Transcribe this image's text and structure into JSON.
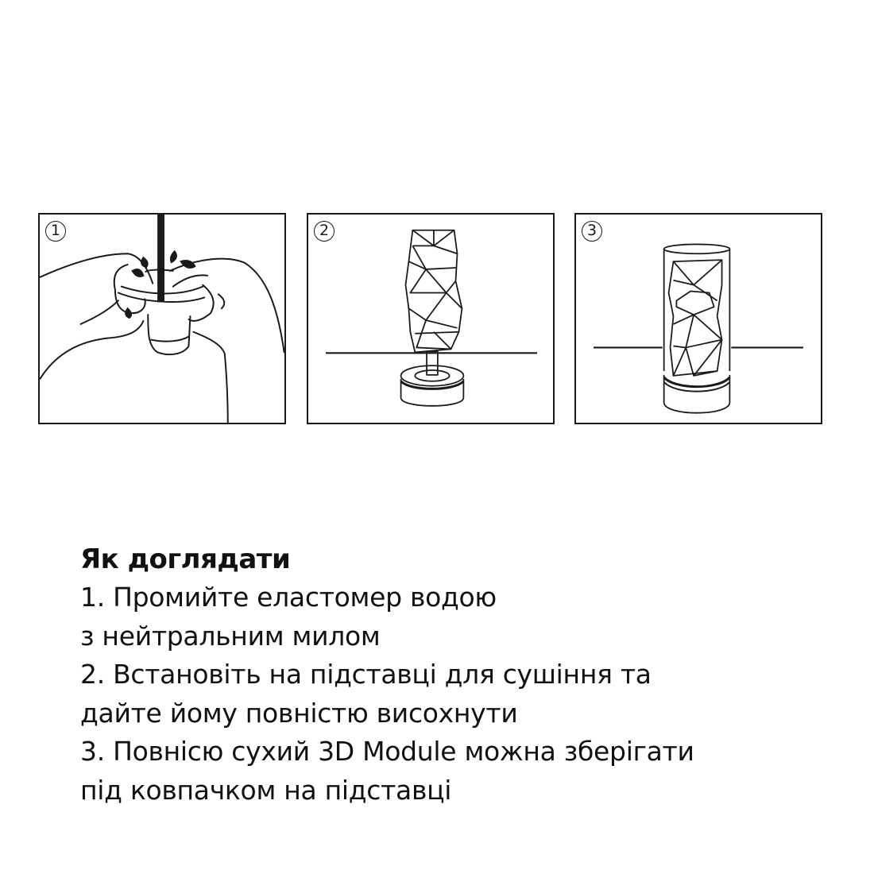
{
  "panels": [
    {
      "number": "1",
      "illustration": "hands-washing-sleeve-under-water"
    },
    {
      "number": "2",
      "illustration": "sleeve-on-drying-stand"
    },
    {
      "number": "3",
      "illustration": "sleeve-under-cap-on-stand"
    }
  ],
  "care": {
    "heading": "Як доглядати",
    "lines": [
      "1. Промийте еластомер водою",
      "з нейтральним милом",
      "2. Встановіть на підставці для сушіння та",
      "дайте йому повністю висохнути",
      "3. Повнісю сухий 3D Module можна зберігати",
      "під ковпачком на підставці"
    ]
  },
  "colors": {
    "ink": "#1a1a1a",
    "background": "#ffffff"
  }
}
